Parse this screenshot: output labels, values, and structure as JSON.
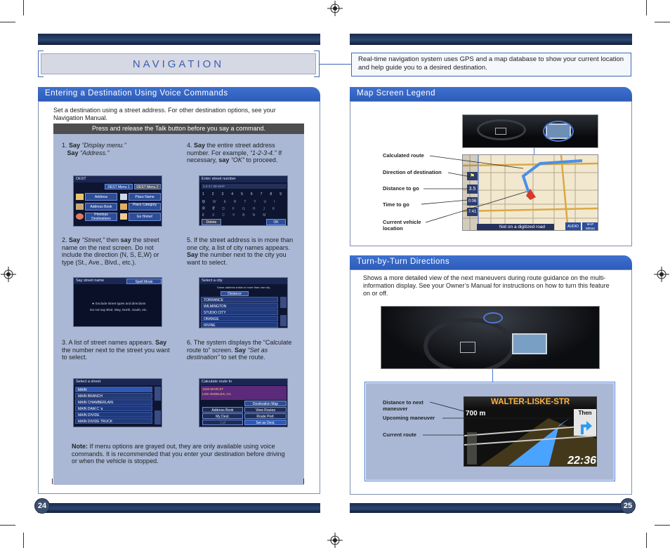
{
  "left_page": {
    "title": "NAVIGATION",
    "section_title": "Entering a Destination Using Voice Commands",
    "intro": "Set a destination using a street address. For other destination options, see your Navigation Manual.",
    "talk_bar": "Press and release the Talk button before you say a command.",
    "steps": [
      {
        "num": "1.",
        "say1": "Say",
        "cmd1": "“Display menu.”",
        "say2": "Say",
        "cmd2": "“Address.”"
      },
      {
        "num": "2.",
        "say1": "Say",
        "cmd1": "“Street,”",
        "rest": " then ",
        "say2": "say",
        "tail": " the street name on the next screen. Do not include the direction (N, S, E,W) or type (St., Ave., Blvd., etc.)."
      },
      {
        "num": "3.",
        "text": "A list of street names appears.",
        "say1": "Say",
        "tail": " the number next to the street you want to select."
      },
      {
        "num": "4.",
        "say1": "Say",
        "text": " the entire street address number. For example, ",
        "cmd1": "“1-2-3-4.”",
        "mid": " If necessary, ",
        "say2": "say",
        "cmd2": " “OK”",
        "tail": " to proceed."
      },
      {
        "num": "5.",
        "text": "If the street address is in more than one city,  a list of city names appears.",
        "say1": "Say",
        "tail": " the number next to the city you want to select."
      },
      {
        "num": "6.",
        "text": "The system displays the “Calculate route to” screen.",
        "say1": "Say",
        "cmd1": "“Set as destination”",
        "tail": " to set the route."
      }
    ],
    "note_label": "Note:",
    "note_text": " If menu options are grayed out, they are only available using voice commands. It is recommended that you enter your destination before driving or when the vehicle is stopped.",
    "page_number": "24",
    "screens": {
      "dest": {
        "title": "DEST",
        "tab1": "DEST Menu 1",
        "tab2": "DEST Menu 2",
        "items": [
          "Address",
          "Place Name",
          "Address Book",
          "Place Category",
          "Previous Destinations",
          "Go Home!"
        ]
      },
      "street_num": {
        "title": "Enter street number",
        "row1": "1 2 3 4 5 6 7 8 9 0",
        "row2": "Q W E R T Y U I O P",
        "row3": "A S D F G H J K L",
        "row4": "Z X C V B N M",
        "delete": "Delete",
        "ok": "OK",
        "hint": "1-2-3 / 3D MAP"
      },
      "street_name": {
        "title": "Say street name",
        "tab": "Spell Mode",
        "line1": "★ Exclude street types and directions",
        "line2": "Do not say Blvd, Way, North, South, etc."
      },
      "city": {
        "title": "Select a city",
        "tab": "Distance",
        "note": "Same address exists in more than one city.",
        "items": [
          "TORRANCE",
          "WILMINGTON",
          "STUDIO CITY",
          "ORANGE",
          "IRVINE"
        ]
      },
      "street_list": {
        "title": "Select a street",
        "items": [
          "MAIN",
          "MAIN BRANCH",
          "MAIN CHAMBERLAIN",
          "MAIN DAM C ’a",
          "MAIN DIVIDE",
          "MAIN DIVIDE TRUCK"
        ]
      },
      "calc": {
        "title": "Calculate route to",
        "addr1": "1234 MAIN ST",
        "addr2": "LOS ANGELES, CA",
        "items_left": [
          "Address Book",
          "My Dest.",
          "Call"
        ],
        "items_right": [
          "Destination Map",
          "View Routes",
          "Route Pref.",
          "Set as Dest."
        ]
      }
    }
  },
  "right_page": {
    "intro": "Real-time navigation system uses GPS and a map database to show your current location and help guide you to a desired destination.",
    "legend_title": "Map Screen Legend",
    "legend_labels": [
      "Calculated route",
      "Direction of destination",
      "Distance to go",
      "Time to go",
      "Current vehicle location"
    ],
    "map_screen": {
      "status": "Not on a digitized road",
      "btn_audio": "AUDIO",
      "btn_map": "MAP MENU",
      "dist": "3.5",
      "time1": "0:06",
      "time2": "7:41"
    },
    "tbt_title": "Turn-by-Turn Directions",
    "tbt_text": "Shows a more detailed view of the next maneuvers during route guidance on the multi-information display. See your Owner’s Manual for instructions on how to turn this feature on or off.",
    "tbt_labels": [
      "Distance to next maneuver",
      "Upcoming maneuver",
      "Current route"
    ],
    "tbt_display": {
      "street": "WALTER-LISKE-STR",
      "distance": "700 m",
      "then": "Then",
      "clock": "22:36"
    },
    "page_number": "25"
  },
  "colors": {
    "accent_blue": "#3f71cf",
    "panel_blue": "#aab8d6",
    "bar_dark": "#1a2a48",
    "title_blue": "#3b5fb0"
  }
}
